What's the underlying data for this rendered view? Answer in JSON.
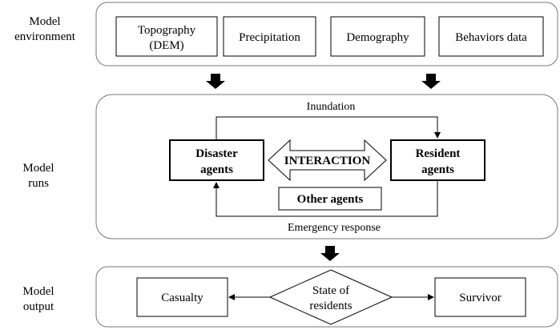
{
  "sections": {
    "environment": {
      "label_line1": "Model",
      "label_line2": "environment"
    },
    "runs": {
      "label_line1": "Model",
      "label_line2": "runs"
    },
    "output": {
      "label_line1": "Model",
      "label_line2": "output"
    }
  },
  "environment_boxes": [
    {
      "line1": "Topography",
      "line2": "(DEM)"
    },
    {
      "line1": "Precipitation"
    },
    {
      "line1": "Demography"
    },
    {
      "line1": "Behaviors data"
    }
  ],
  "runs": {
    "disaster_agents": {
      "line1": "Disaster",
      "line2": "agents"
    },
    "resident_agents": {
      "line1": "Resident",
      "line2": "agents"
    },
    "interaction": "INTERACTION",
    "other_agents": "Other agents",
    "inundation": "Inundation",
    "emergency_response": "Emergency response"
  },
  "output": {
    "casualty": "Casualty",
    "state_of_residents": {
      "line1": "State of",
      "line2": "residents"
    },
    "survivor": "Survivor"
  }
}
